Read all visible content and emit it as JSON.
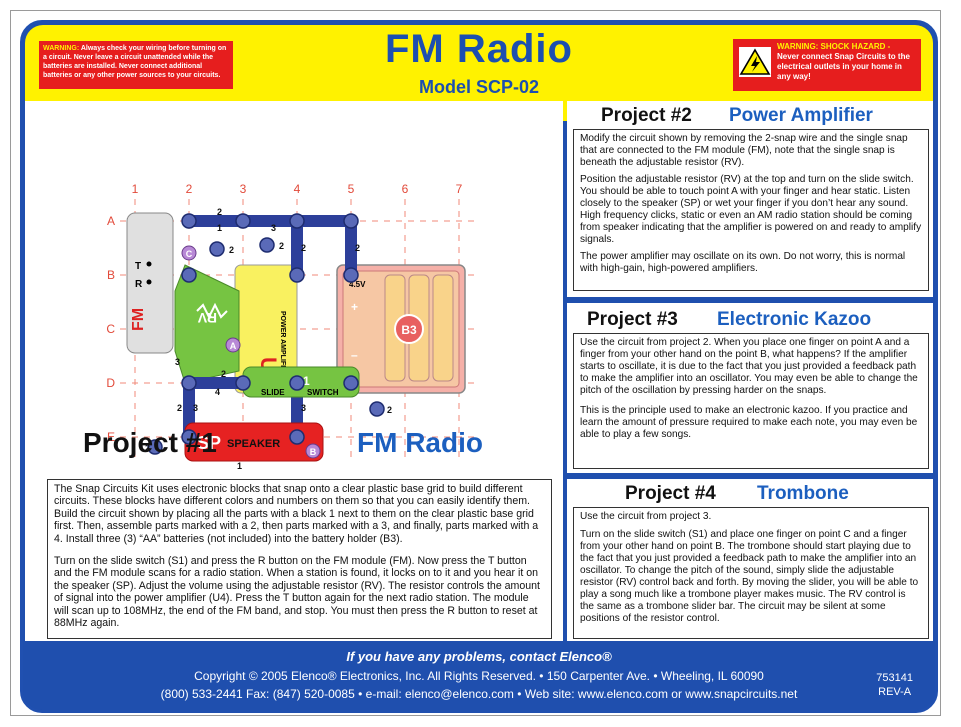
{
  "header": {
    "title": "FM Radio",
    "model": "Model SCP-02",
    "warning_left_title": "WARNING:",
    "warning_left_text": "Always check your wiring before turning on a circuit. Never leave a circuit unattended while the batteries are installed. Never connect additional batteries or any other power sources to your circuits.",
    "warning_right_title": "WARNING: SHOCK HAZARD -",
    "warning_right_text": "Never connect Snap Circuits to the electrical outlets in your home in any way!"
  },
  "colors": {
    "accent_blue": "#1c4fb0",
    "header_yellow": "#fff200",
    "warning_red": "#e61e1e"
  },
  "diagram": {
    "columns": [
      "1",
      "2",
      "3",
      "4",
      "5",
      "6",
      "7"
    ],
    "rows": [
      "A",
      "B",
      "C",
      "D",
      "E"
    ],
    "labels": {
      "fm": "FM",
      "t": "T",
      "r": "R",
      "rv": "RV",
      "u4": "U4",
      "u4_sub": "POWER AMPLIFIER",
      "s1": "S1",
      "slide": "SLIDE",
      "switch": "SWITCH",
      "b3": "B3",
      "v45": "4.5V",
      "plus": "+",
      "minus": "–",
      "sp": "SP",
      "speaker": "SPEAKER",
      "point_a": "A",
      "point_b": "B",
      "point_c": "C"
    },
    "wire_nums": {
      "n1": "1",
      "n2": "2",
      "n3": "3",
      "n4": "4"
    }
  },
  "project1": {
    "number": "Project #1",
    "name": "FM Radio",
    "para1": "The Snap Circuits Kit uses electronic blocks that snap onto a clear plastic base grid to build different circuits. These blocks have different colors and numbers on them so that you can easily identify them. Build the circuit shown by placing all the parts with a black 1 next to them on the clear plastic base grid first. Then, assemble parts marked with a 2, then parts marked with a 3, and finally, parts marked with a 4. Install three (3) “AA” batteries (not included) into the battery holder (B3).",
    "para2": "Turn on the slide switch (S1) and press the R button on the FM module (FM). Now press the T button and the FM module scans for a radio station. When a station is found, it locks on to it and you hear it on the speaker (SP). Adjust the volume using the adjustable resistor (RV). The resistor controls the amount of signal into the power amplifier (U4). Press the T button again for the next radio station. The module will scan up to 108MHz, the end of the FM band, and stop. You must then press the R button to reset at 88MHz again."
  },
  "project2": {
    "number": "Project #2",
    "name": "Power Amplifier",
    "para1": "Modify the circuit shown by removing the 2-snap wire and the single snap that are connected to the FM module (FM), note that the single snap is beneath the adjustable resistor (RV).",
    "para2": "Position the adjustable resistor (RV) at the top and turn on the slide switch. You should be able to touch point A with your finger and hear static. Listen closely to the speaker (SP) or wet your finger if you don’t hear any sound. High frequency clicks, static or even an AM radio station should be coming from speaker indicating that the amplifier is powered on and ready to amplify signals.",
    "para3": "The power amplifier may oscillate on its own. Do not worry, this is normal with high-gain, high-powered amplifiers."
  },
  "project3": {
    "number": "Project #3",
    "name": "Electronic Kazoo",
    "para1": "Use the circuit from project 2. When you place one finger on point A and a finger from your other hand on the point B, what happens? If the amplifier starts to oscillate, it is due to the fact that you just provided a feedback path to make the amplifier into an oscillator. You may even be able to change the pitch of the oscillation by pressing harder on the snaps.",
    "para2": "This is the principle used to make an electronic kazoo. If you practice and learn the amount of pressure required to make each note, you may even be able to play a few songs."
  },
  "project4": {
    "number": "Project #4",
    "name": "Trombone",
    "para1": "Use the circuit from project 3.",
    "para2": "Turn on the slide switch (S1) and place one finger on point C and a finger from your other hand on point B. The trombone should start playing due to the fact that you just provided a feedback path to make the amplifier into an oscillator. To change the pitch of the sound, simply slide the adjustable resistor (RV) control back and forth. By moving the slider, you will be able to play a song much like a trombone player makes music. The RV control is the same as a trombone slider bar. The circuit may be silent at some positions of the resistor control."
  },
  "footer": {
    "contact": "If you have any problems, contact Elenco®",
    "copyright": "Copyright © 2005 Elenco® Electronics, Inc. All Rights Reserved. • 150 Carpenter Ave. • Wheeling, IL 60090",
    "contact_line": "(800) 533-2441 Fax: (847) 520-0085 • e-mail: elenco@elenco.com • Web site: www.elenco.com or www.snapcircuits.net",
    "code": "753141",
    "rev": "REV-A"
  }
}
